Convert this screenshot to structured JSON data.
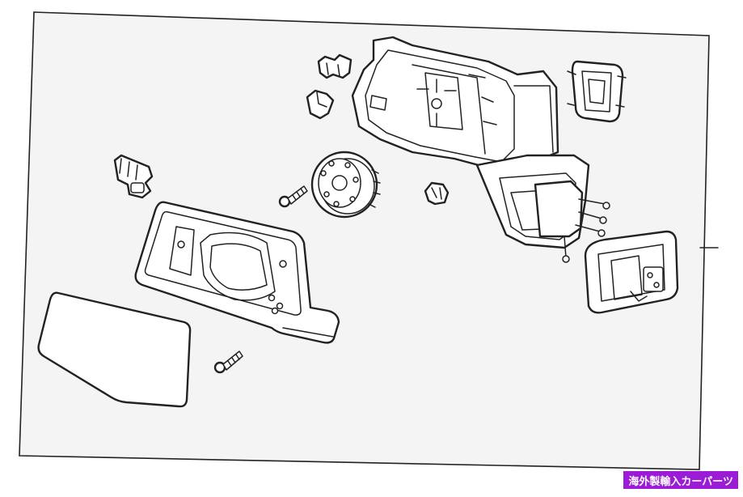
{
  "watermark": {
    "text": "海外製輸入カーパーツ",
    "background": "#9b1bd6"
  },
  "diagram": {
    "background": "#ffffff",
    "sheet_fill": "#f4f4f4",
    "line_color": "#222222",
    "parts": [
      "mirror-glass",
      "mirror-backing-plate",
      "mirror-housing",
      "mirror-base-cover",
      "connector-bracket",
      "actuator-motor",
      "screw-upper",
      "screw-lower",
      "clip-small-upper",
      "clip-small-middle",
      "clip-side-connector",
      "nut-clip",
      "turn-signal-lamp"
    ]
  }
}
